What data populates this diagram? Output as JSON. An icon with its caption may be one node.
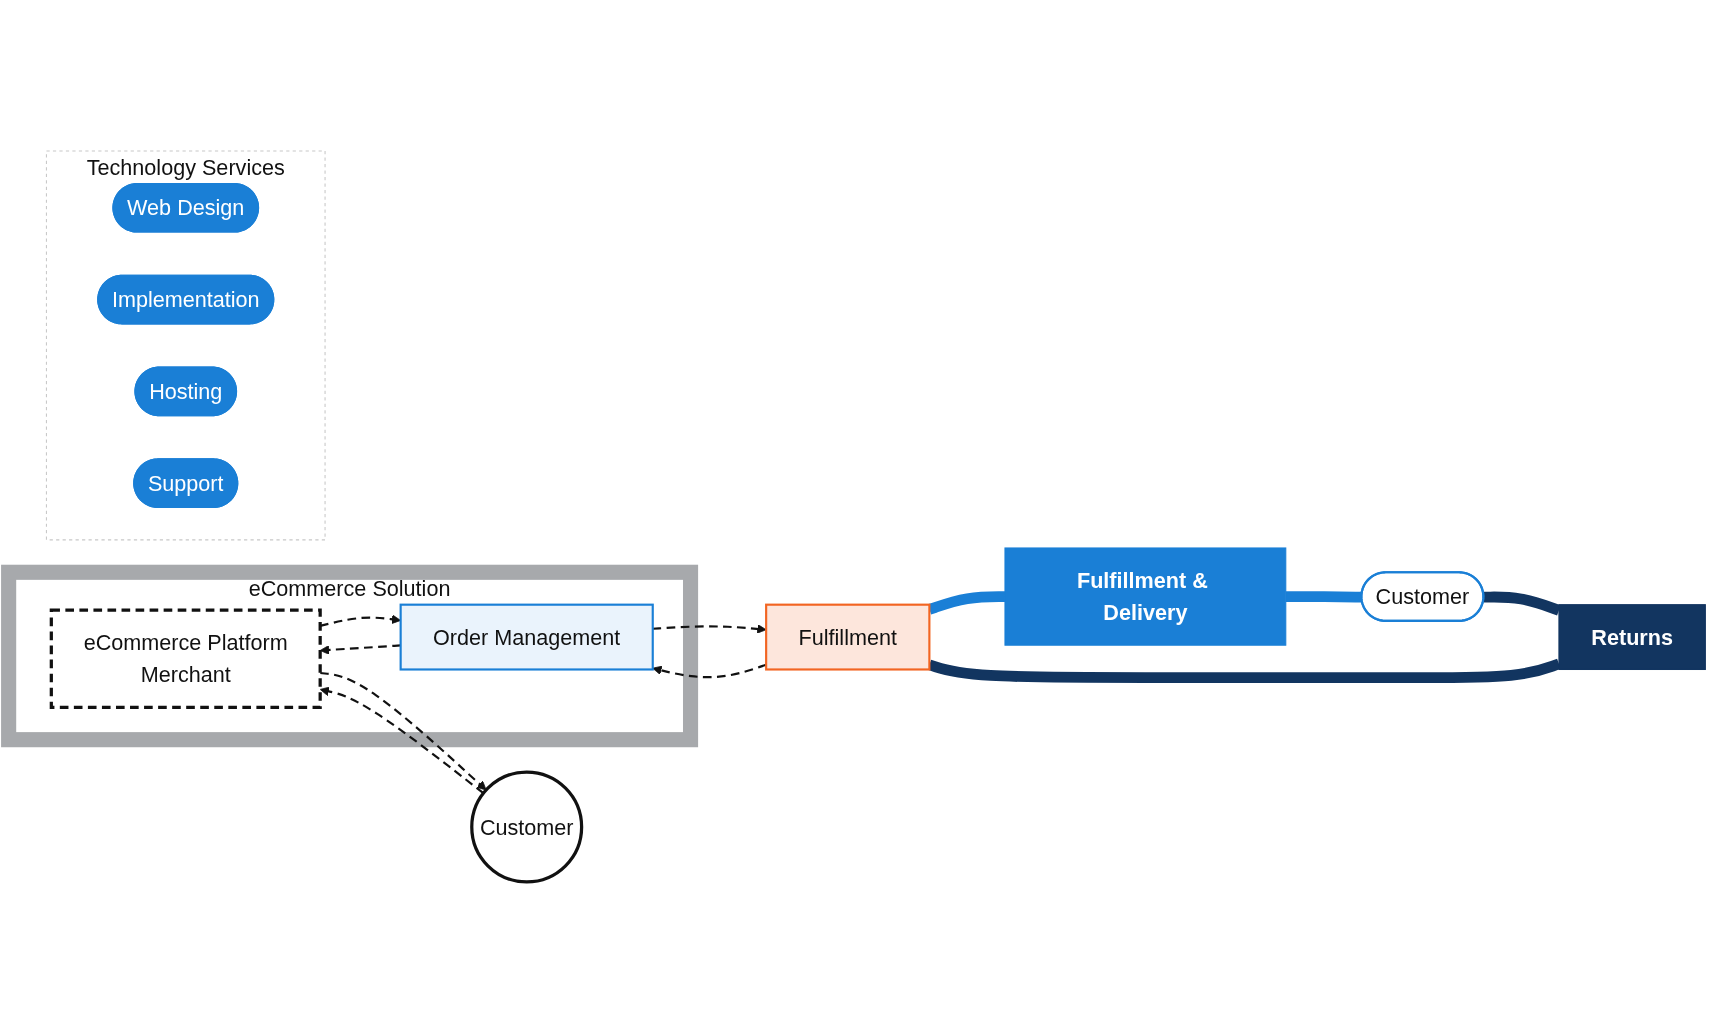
{
  "diagram": {
    "nodes": [
      {
        "text": [
          "eCommerce Solution"
        ]
      },
      {
        "text": [
          "Customer"
        ]
      },
      {
        "text": [
          "eCommerce Platform",
          "Merchant"
        ],
        "in": 0
      },
      {
        "text": [
          "Order Management"
        ],
        "in": 0
      },
      {
        "text": [
          "Fulfillment"
        ]
      },
      {
        "text": [
          "Technology Services"
        ]
      },
      {
        "text": [
          "Web Design"
        ],
        "in": 5
      },
      {
        "text": [
          "Implementation"
        ],
        "in": 5
      },
      {
        "text": [
          "Hosting"
        ],
        "in": 5
      },
      {
        "text": [
          "Support"
        ],
        "in": 5
      },
      {
        "text": [
          "Fulfillment & Delivery"
        ]
      },
      {
        "text": [
          "Customer"
        ]
      },
      {
        "text": [
          "Returns"
        ]
      }
    ],
    "edges": [
      {
        "from": 1,
        "to": 2,
        "arrow": "to",
        "style": "dashed"
      },
      {
        "from": 2,
        "to": 1,
        "arrow": "to",
        "style": "dashed"
      },
      {
        "from": 2,
        "to": 3,
        "arrow": "to",
        "style": "dashed"
      },
      {
        "from": 3,
        "to": 2,
        "arrow": "to",
        "style": "dashed"
      },
      {
        "from": 3,
        "to": 4,
        "arrow": "to",
        "style": "dashed"
      },
      {
        "from": 4,
        "to": 3,
        "arrow": "to",
        "style": "dashed"
      },
      {
        "from": 4,
        "to": 10,
        "arrow": "none",
        "style": "thick",
        "color": "#1a7fd6"
      },
      {
        "from": 10,
        "to": 11,
        "arrow": "none",
        "style": "thick",
        "color": "#1a7fd6"
      },
      {
        "from": 11,
        "to": 12,
        "arrow": "none",
        "style": "thick",
        "color": "#123560"
      },
      {
        "from": 12,
        "to": 4,
        "arrow": "none",
        "style": "thick",
        "color": "#123560"
      }
    ]
  }
}
